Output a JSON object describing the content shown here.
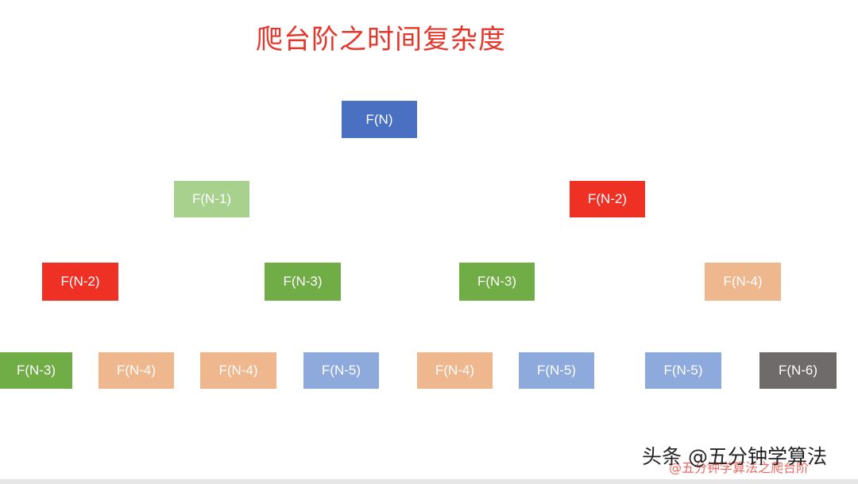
{
  "title": "爬台阶之时间复杂度",
  "colors": {
    "blue": "#4a70c2",
    "light_green": "#a9d18e",
    "red": "#ee3124",
    "green": "#70ad47",
    "peach": "#efb78e",
    "light_blue": "#8eaadc",
    "gray": "#6f6b6b",
    "title_red": "#e8352a"
  },
  "tree": {
    "root": {
      "label": "F(N)",
      "color": "#4a70c2"
    },
    "level1": [
      {
        "label": "F(N-1)",
        "color": "#a9d18e"
      },
      {
        "label": "F(N-2)",
        "color": "#ee3124"
      }
    ],
    "level2": [
      {
        "label": "F(N-2)",
        "color": "#ee3124"
      },
      {
        "label": "F(N-3)",
        "color": "#70ad47"
      },
      {
        "label": "F(N-3)",
        "color": "#70ad47"
      },
      {
        "label": "F(N-4)",
        "color": "#efb78e"
      }
    ],
    "level3": [
      {
        "label": "F(N-3)",
        "color": "#70ad47"
      },
      {
        "label": "F(N-4)",
        "color": "#efb78e"
      },
      {
        "label": "F(N-4)",
        "color": "#efb78e"
      },
      {
        "label": "F(N-5)",
        "color": "#8eaadc"
      },
      {
        "label": "F(N-4)",
        "color": "#efb78e"
      },
      {
        "label": "F(N-5)",
        "color": "#8eaadc"
      },
      {
        "label": "F(N-5)",
        "color": "#8eaadc"
      },
      {
        "label": "F(N-6)",
        "color": "#6f6b6b"
      }
    ]
  },
  "watermark": {
    "main": "头条 @五分钟学算法",
    "sub": "@五分钟学算法之爬台阶"
  }
}
